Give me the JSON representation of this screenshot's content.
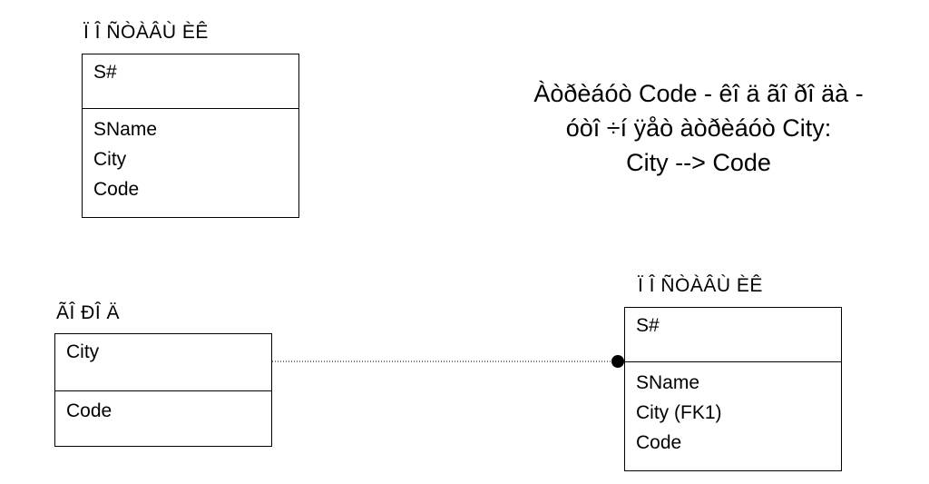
{
  "entities": [
    {
      "title": "Ï Î ÑÒÀÂÙ ÈÊ",
      "pk": "S#",
      "attributes": [
        "SName",
        "City",
        "Code"
      ]
    },
    {
      "title": "ÃÎ ÐÎ Ä",
      "pk": "City",
      "attributes": [
        "Code"
      ]
    },
    {
      "title": "Ï Î ÑÒÀÂÙ ÈÊ",
      "pk": "S#",
      "attributes": [
        "SName",
        "City (FK1)",
        "Code"
      ]
    }
  ],
  "note": {
    "lines": [
      "Àòðèáóò Code - êî ä ãî ðî äà -",
      "óòî ÷í ÿåò àòðèáóò City:",
      "City --> Code"
    ]
  },
  "relationship": {
    "from": "ÃÎ ÐÎ Ä.City",
    "to": "Ï Î ÑÒÀÂÙ ÈÊ.City (FK1)",
    "line_style": "dotted",
    "end_marker": "filled-circle"
  }
}
